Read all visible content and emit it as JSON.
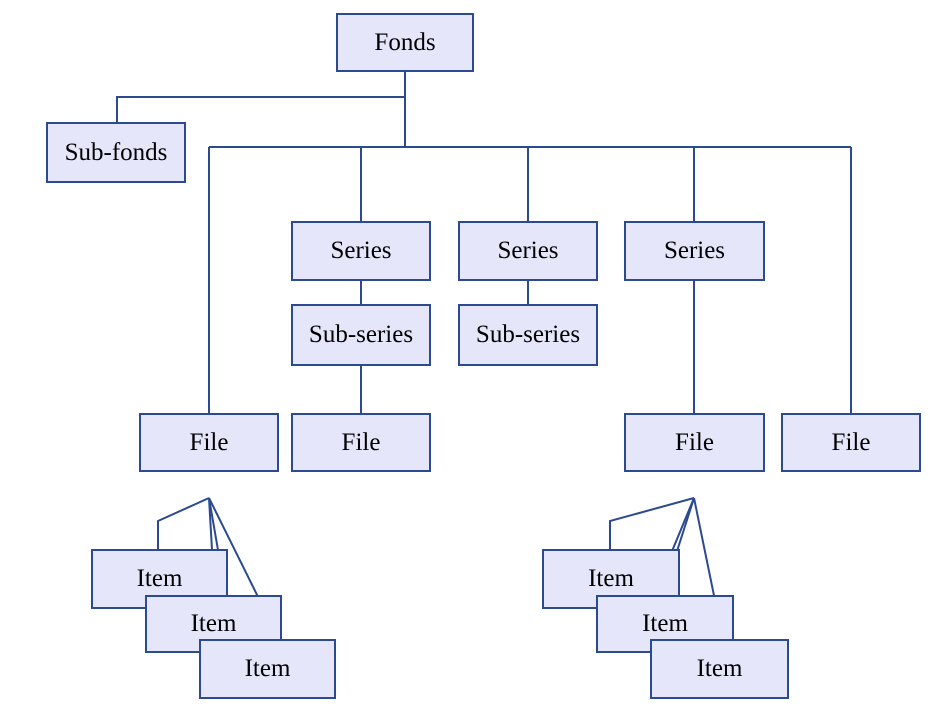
{
  "diagram": {
    "fonds": "Fonds",
    "sub_fonds": "Sub-fonds",
    "series": [
      "Series",
      "Series",
      "Series"
    ],
    "sub_series": [
      "Sub-series",
      "Sub-series"
    ],
    "files": [
      "File",
      "File",
      "File",
      "File"
    ],
    "items_left": [
      "Item",
      "Item",
      "Item"
    ],
    "items_right": [
      "Item",
      "Item",
      "Item"
    ]
  }
}
